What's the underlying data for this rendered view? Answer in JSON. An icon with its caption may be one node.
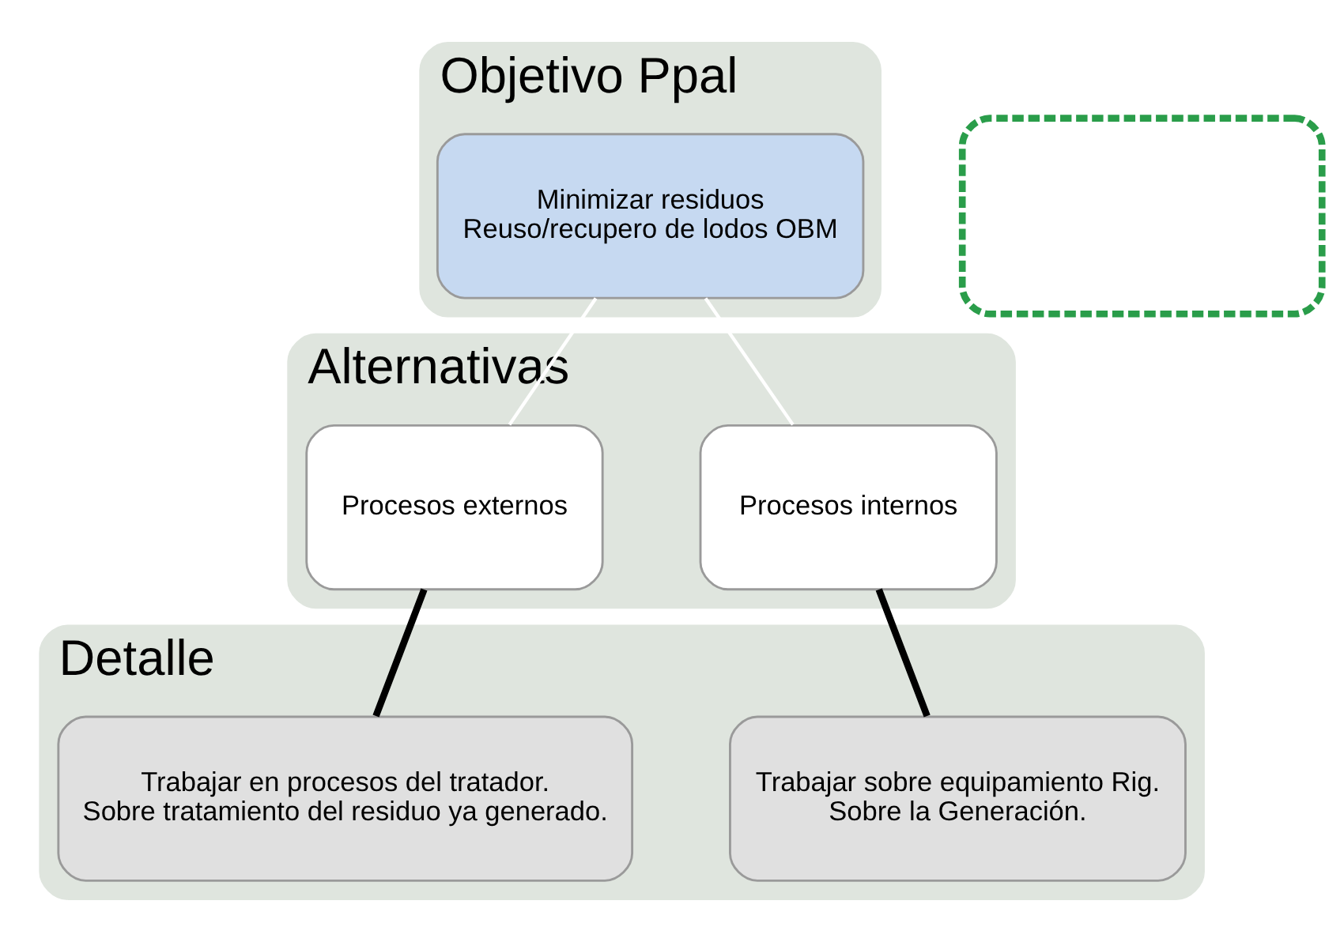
{
  "diagram": {
    "nodes": [
      {
        "text": [
          "Objetivo Ppal"
        ]
      },
      {
        "text": [
          "Minimizar residuos",
          "Reuso/recupero de lodos OBM"
        ],
        "in": 0
      },
      {
        "text": [
          "Alternativas"
        ]
      },
      {
        "text": [
          "Procesos internos"
        ],
        "in": 2
      },
      {
        "text": [
          "Procesos externos"
        ],
        "in": 2
      },
      {
        "text": [
          "Detalle"
        ]
      },
      {
        "text": [
          "Trabajar sobre equipamiento Rig.",
          "Sobre la Generación."
        ],
        "in": 5
      },
      {
        "text": [
          "Trabajar en procesos del tratador.",
          "Sobre tratamiento del residuo ya generado."
        ],
        "in": 5
      },
      {
        "text": [],
        "shape": "box"
      }
    ],
    "edges": [
      {
        "from": 1,
        "to": 3,
        "arrow": "none",
        "color": "#ffffff"
      },
      {
        "from": 1,
        "to": 4,
        "arrow": "none",
        "color": "#ffffff"
      },
      {
        "from": 3,
        "to": 6,
        "arrow": "none",
        "style": "thick",
        "color": "#000000"
      },
      {
        "from": 4,
        "to": 7,
        "arrow": "none",
        "style": "thick",
        "color": "#000000"
      }
    ]
  }
}
